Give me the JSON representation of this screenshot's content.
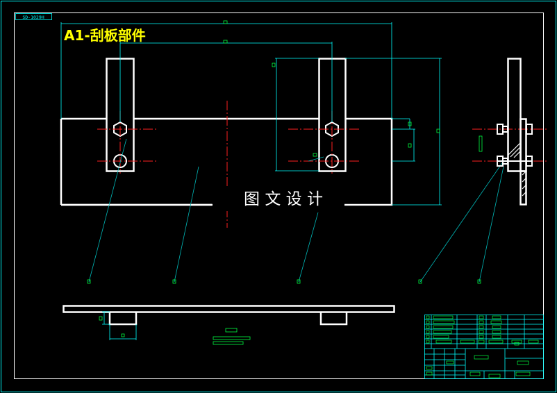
{
  "drawing": {
    "title": "A1-刮板部件",
    "watermark": "图 文 设 计",
    "corner_tag": "SD-1029H",
    "colors": {
      "background": "#000000",
      "part": "#ffffff",
      "dimension": "#00ffff",
      "leader": "#00b8b8",
      "centerline": "#ff2020",
      "annotation": "#00ff40",
      "title": "#ffff00"
    }
  }
}
